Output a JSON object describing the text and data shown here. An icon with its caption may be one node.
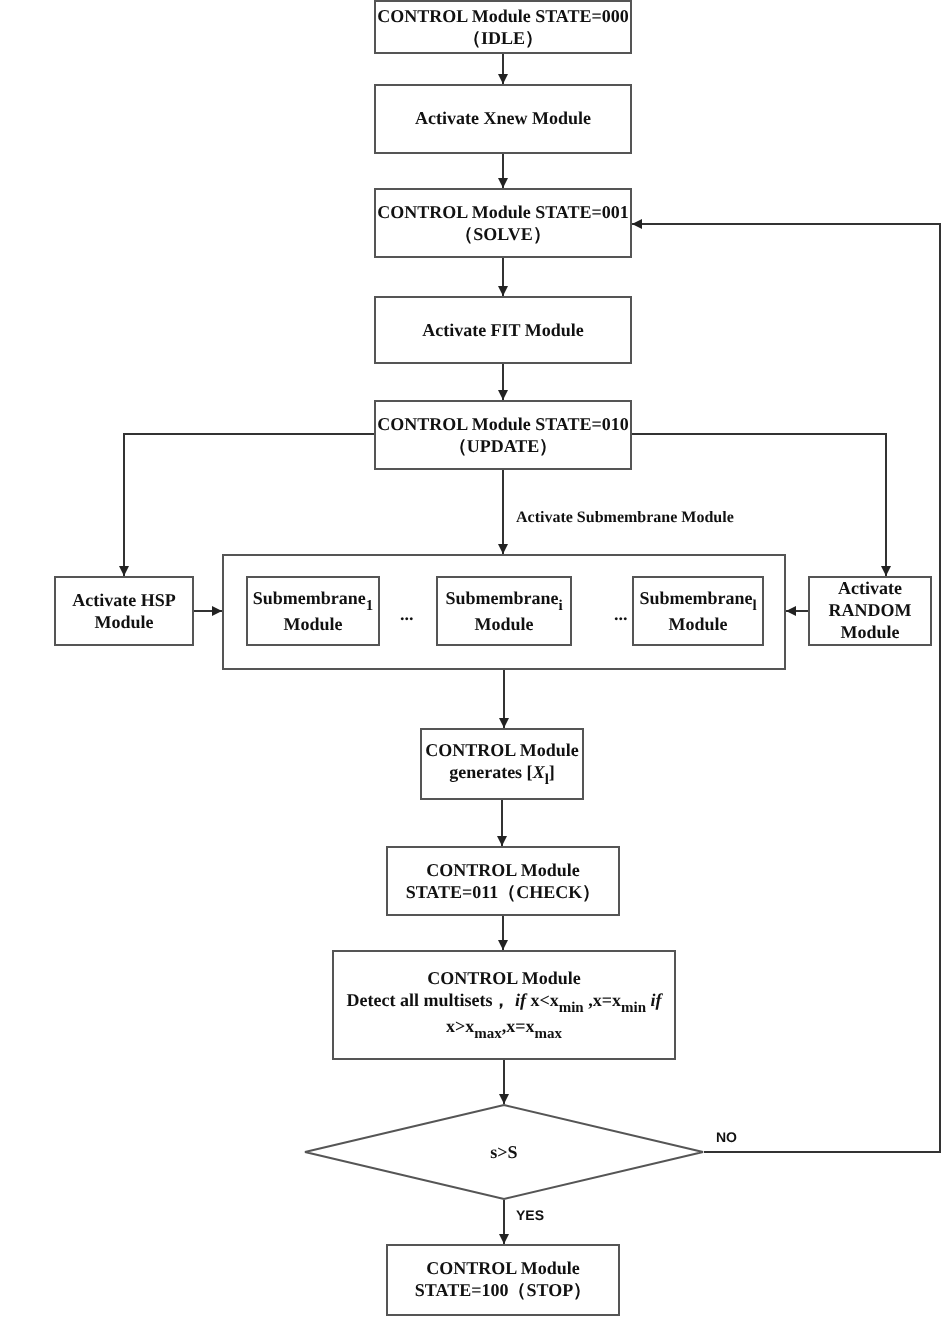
{
  "diagram": {
    "nodes": [
      {
        "text": [
          "CONTROL Module STATE=000（IDLE）"
        ]
      },
      {
        "text": [
          "Activate Xnew Module"
        ]
      },
      {
        "text": [
          "CONTROL Module STATE=001（SOLVE）"
        ]
      },
      {
        "text": [
          "Activate FIT Module"
        ]
      },
      {
        "text": [
          "CONTROL Module STATE=010（UPDATE）"
        ]
      },
      {
        "text": [
          "Activate HSP Module"
        ]
      },
      {
        "text": [],
        "shape": "box"
      },
      {
        "text": [
          "Submembrane$_{1}$ Module"
        ],
        "in": 6
      },
      {
        "text": [
          "Submembrane$_{i}$ Module"
        ],
        "in": 6
      },
      {
        "text": [
          "Submembrane$_{l}$ Module"
        ],
        "in": 6
      },
      {
        "text": [
          "Activate RANDOM Module"
        ]
      },
      {
        "text": [
          "CONTROL Module generates [*X*$_{l}$]"
        ]
      },
      {
        "text": [
          "CONTROL Module STATE=011（CHECK）"
        ]
      },
      {
        "text": [
          "CONTROL Module",
          "Detect all multisets， *if* x<x$_{min}$ ,x=x$_{min}$ *if* x>x$_{max}$,x=x$_{max}$"
        ]
      },
      {
        "text": [
          "s>S"
        ]
      },
      {
        "text": [
          "CONTROL Module STATE=100（STOP）"
        ]
      }
    ],
    "edges": [
      {
        "from": 0,
        "to": 1,
        "arrow": "to"
      },
      {
        "from": 1,
        "to": 2,
        "arrow": "to"
      },
      {
        "from": 2,
        "to": 3,
        "arrow": "to"
      },
      {
        "from": 3,
        "to": 4,
        "arrow": "to"
      },
      {
        "from": 4,
        "to": 5,
        "arrow": "to"
      },
      {
        "from": 4,
        "to": 6,
        "arrow": "to",
        "label": "Activate Submembrane Module"
      },
      {
        "from": 4,
        "to": 10,
        "arrow": "to"
      },
      {
        "from": 5,
        "to": 6,
        "arrow": "to"
      },
      {
        "from": 10,
        "to": 6,
        "arrow": "to"
      },
      {
        "from": 6,
        "to": 11,
        "arrow": "to"
      },
      {
        "from": 11,
        "to": 12,
        "arrow": "to"
      },
      {
        "from": 12,
        "to": 13,
        "arrow": "to"
      },
      {
        "from": 13,
        "to": 14,
        "arrow": "to"
      },
      {
        "from": 14,
        "to": 15,
        "arrow": "to",
        "label": "YES"
      },
      {
        "from": 14,
        "to": 2,
        "arrow": "to",
        "label": "NO"
      }
    ],
    "labels": [
      "...",
      "..."
    ]
  }
}
